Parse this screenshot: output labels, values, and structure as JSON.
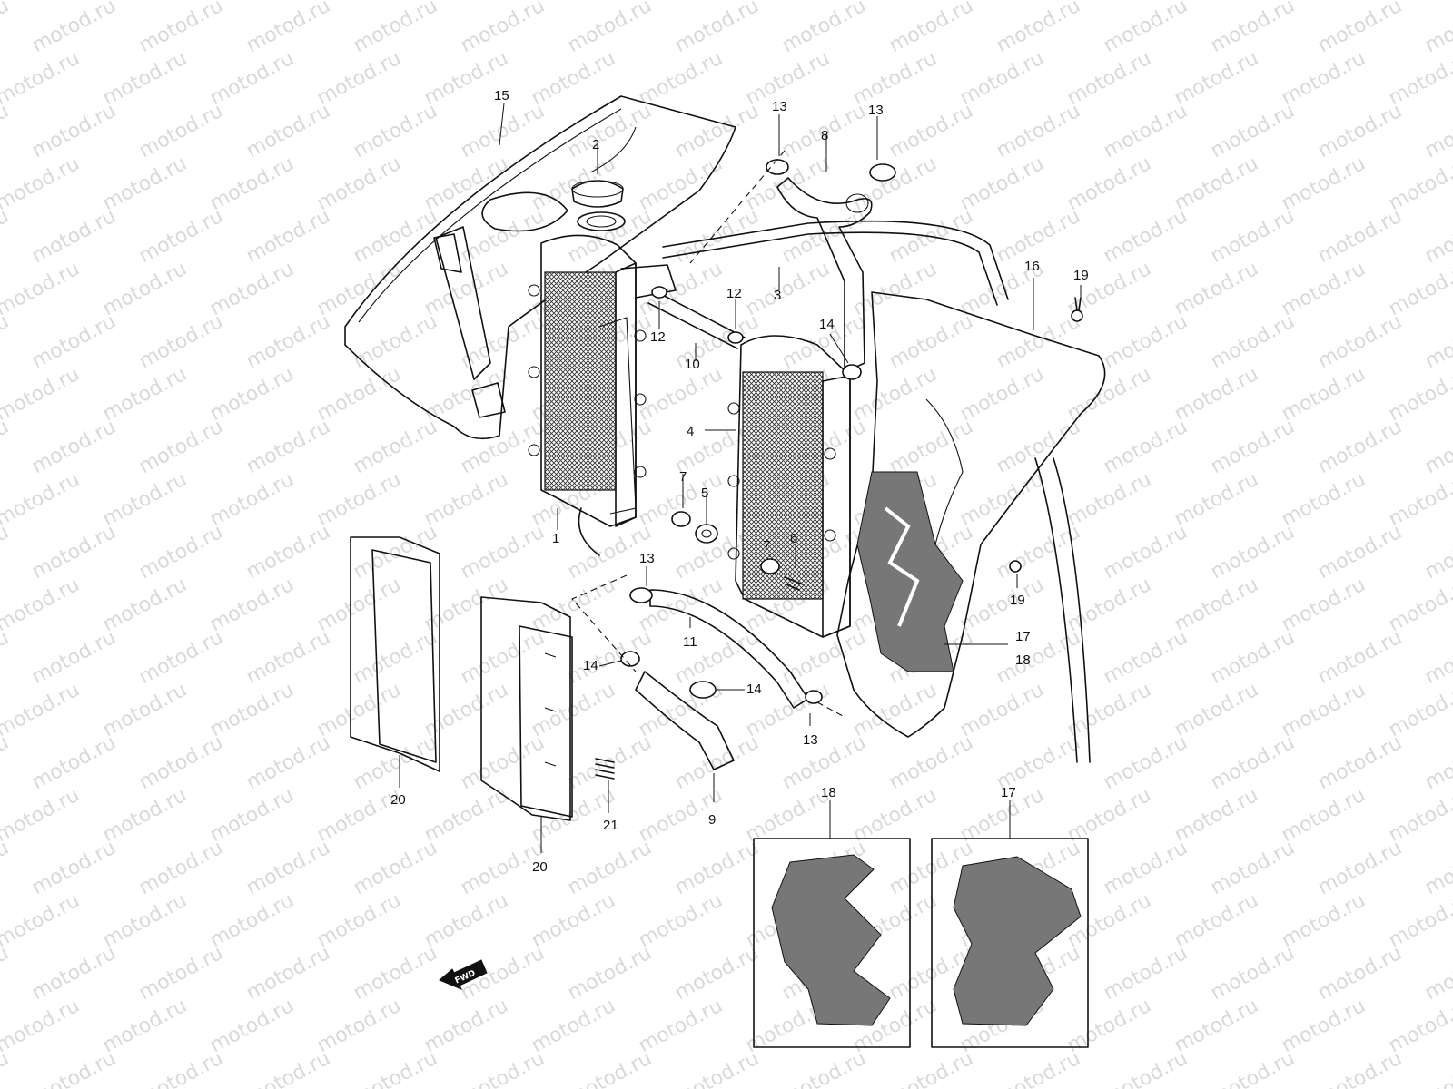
{
  "watermark": {
    "text": "motod.ru",
    "color": "#d9d9d9"
  },
  "callouts": [
    "1",
    "2",
    "3",
    "4",
    "5",
    "6",
    "7",
    "8",
    "9",
    "10",
    "11",
    "12",
    "13",
    "14",
    "15",
    "16",
    "17",
    "18",
    "19",
    "20",
    "21"
  ],
  "fwd_label": "FWD",
  "colors": {
    "line": "#111111",
    "background": "#ffffff",
    "watermark": "#d9d9d9"
  }
}
